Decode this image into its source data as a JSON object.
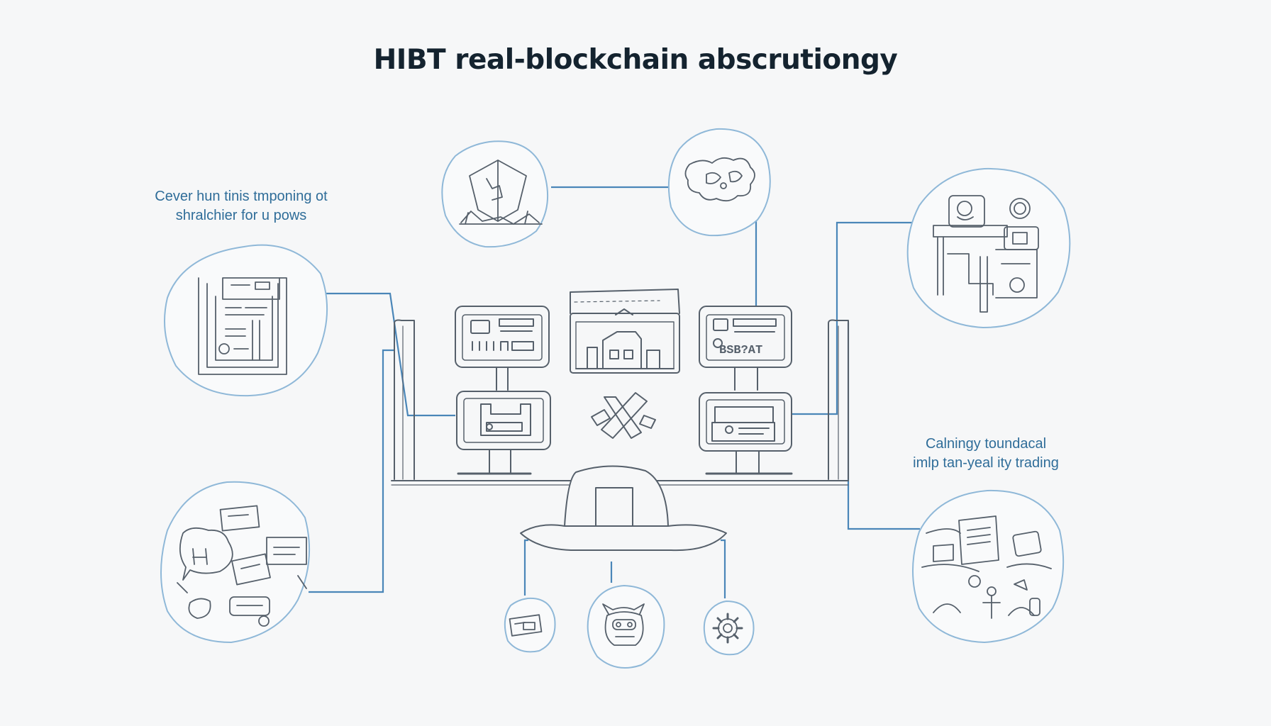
{
  "title": "HIBT real-blockchain abscrutiongy",
  "captions": {
    "left": {
      "line1": "Cever hun tinis tmponing ot",
      "line2": "shralchier for u pows"
    },
    "right": {
      "line1": "Calningy toundacal",
      "line2": "imlp tan-yeal ity trading"
    }
  },
  "screen_text": "BSB?AT",
  "colors": {
    "background": "#f6f7f8",
    "title": "#14232f",
    "caption": "#2f6d99",
    "connector": "#4a86b8",
    "bubble_outline": "#8fb8d8",
    "sketch": "#56606b"
  },
  "icons": [
    "document-stack-icon",
    "shield-icon",
    "world-map-icon",
    "bank-icon",
    "workstation-icon",
    "trading-desk-icon",
    "chat-devices-icon",
    "wallet-icon",
    "robot-icon",
    "gear-icon",
    "tools-icon"
  ]
}
